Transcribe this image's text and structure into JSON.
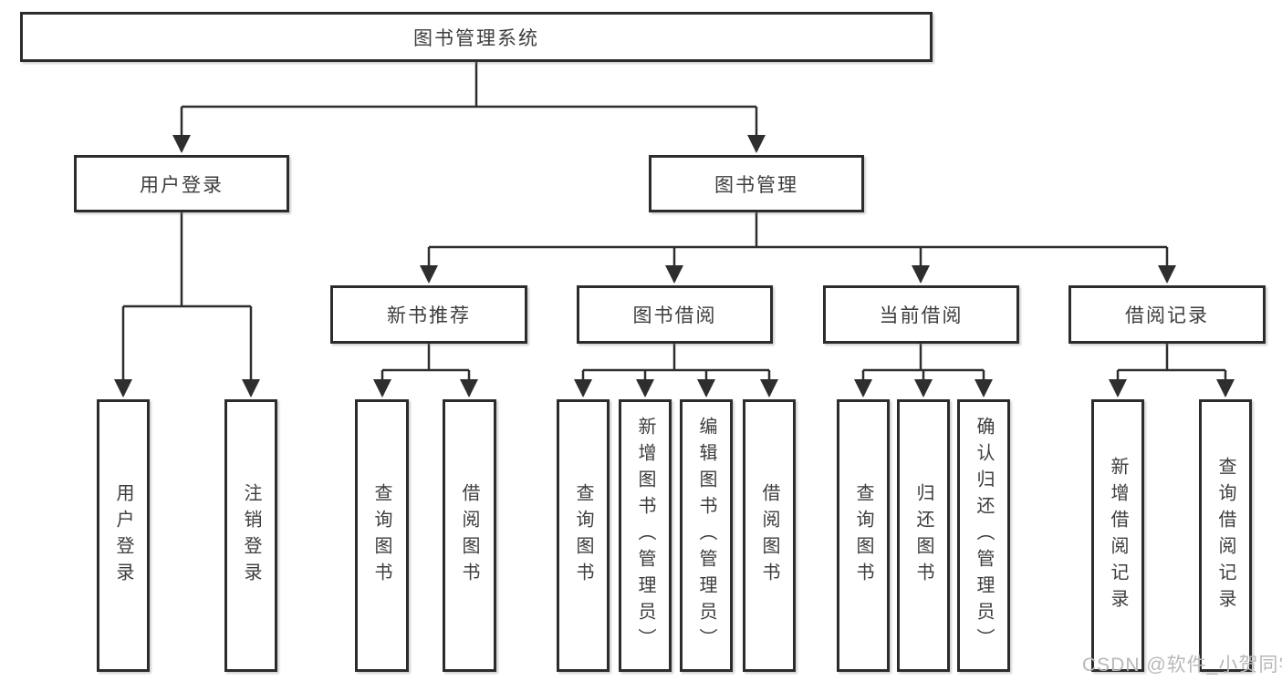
{
  "tree": {
    "root": "图书管理系统",
    "branches": [
      {
        "label": "用户登录",
        "children": [
          "用户登录",
          "注销登录"
        ]
      },
      {
        "label": "图书管理",
        "groups": [
          {
            "label": "新书推荐",
            "children": [
              "查询图书",
              "借阅图书"
            ]
          },
          {
            "label": "图书借阅",
            "children": [
              "查询图书",
              "新增图书（管理员）",
              "编辑图书（管理员）",
              "借阅图书"
            ]
          },
          {
            "label": "当前借阅",
            "children": [
              "查询图书",
              "归还图书",
              "确认归还（管理员）"
            ]
          },
          {
            "label": "借阅记录",
            "children": [
              "新增借阅记录",
              "查询借阅记录"
            ]
          }
        ]
      }
    ]
  },
  "watermark": "CSDN @软件_小贺同学",
  "colors": {
    "line": "#2e2e2e",
    "box_border": "#2c2c2c",
    "text": "#3d3d3d",
    "watermark": "#b8b8b8",
    "background": "#ffffff"
  }
}
